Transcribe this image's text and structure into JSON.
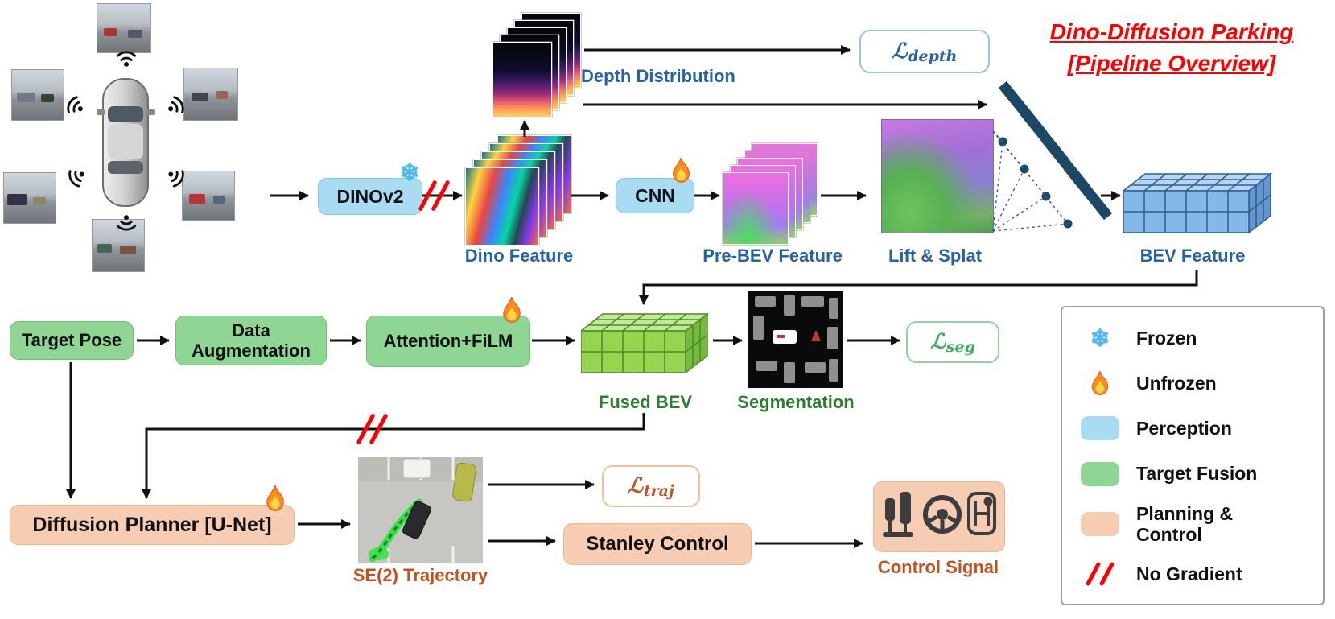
{
  "title": {
    "line1": "Dino-Diffusion Parking",
    "line2": "[Pipeline Overview]"
  },
  "nodes": {
    "dinov2": "DINOv2",
    "cnn": "CNN",
    "target_pose": "Target Pose",
    "data_augmentation": "Data Augmentation",
    "attention_film": "Attention+FiLM",
    "diffusion_planner": "Diffusion Planner [U-Net]",
    "stanley_control": "Stanley Control"
  },
  "labels": {
    "depth_distribution": "Depth Distribution",
    "dino_feature": "Dino Feature",
    "pre_bev_feature": "Pre-BEV Feature",
    "lift_splat": "Lift & Splat",
    "bev_feature": "BEV Feature",
    "fused_bev": "Fused BEV",
    "segmentation": "Segmentation",
    "se2_trajectory": "SE(2) Trajectory",
    "control_signal": "Control Signal"
  },
  "losses": {
    "symbol": "ℒ",
    "depth": "depth",
    "seg": "seg",
    "traj": "traj"
  },
  "legend": {
    "items": [
      {
        "icon": "snowflake-icon",
        "label": "Frozen"
      },
      {
        "icon": "flame-icon",
        "label": "Unfrozen"
      },
      {
        "icon": "perception-swatch",
        "label": "Perception"
      },
      {
        "icon": "target-fusion-swatch",
        "label": "Target Fusion"
      },
      {
        "icon": "planning-control-swatch",
        "label": "Planning & Control"
      },
      {
        "icon": "no-gradient-icon",
        "label": "No Gradient"
      }
    ]
  },
  "colors": {
    "perception": "#a9dcf2",
    "target_fusion": "#8fd694",
    "planning_control": "#f6cdb2",
    "label_blue": "#2563a8",
    "label_green": "#2e7d32",
    "label_orange": "#c0531f",
    "title_red": "#ff0000",
    "no_gradient_red": "#fe0000",
    "bev_blue": "#85b7e8",
    "fused_green": "#97d44f"
  }
}
